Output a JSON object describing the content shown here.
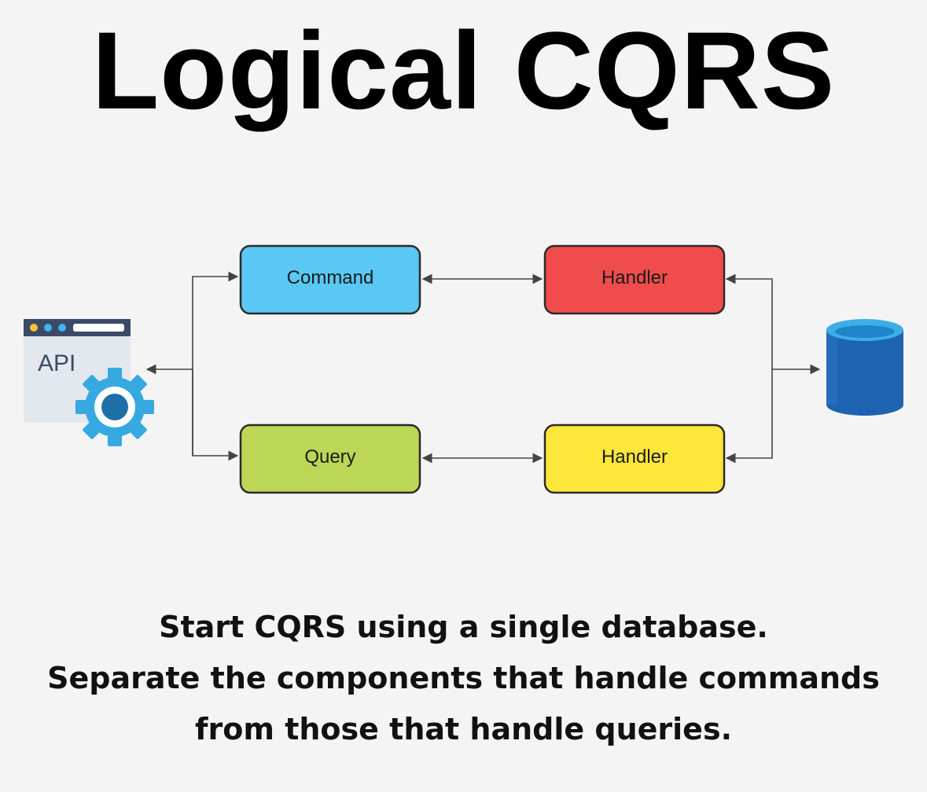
{
  "title": "Logical CQRS",
  "api": {
    "label": "API"
  },
  "nodes": {
    "command": {
      "label": "Command",
      "color": "#5ac8f5"
    },
    "command_handler": {
      "label": "Handler",
      "color": "#f04c4c"
    },
    "query": {
      "label": "Query",
      "color": "#bcd655"
    },
    "query_handler": {
      "label": "Handler",
      "color": "#ffe63a"
    }
  },
  "caption": {
    "line1": "Start CQRS using a single database.",
    "line2": "Separate the components that handle commands",
    "line3": "from those that handle queries."
  }
}
